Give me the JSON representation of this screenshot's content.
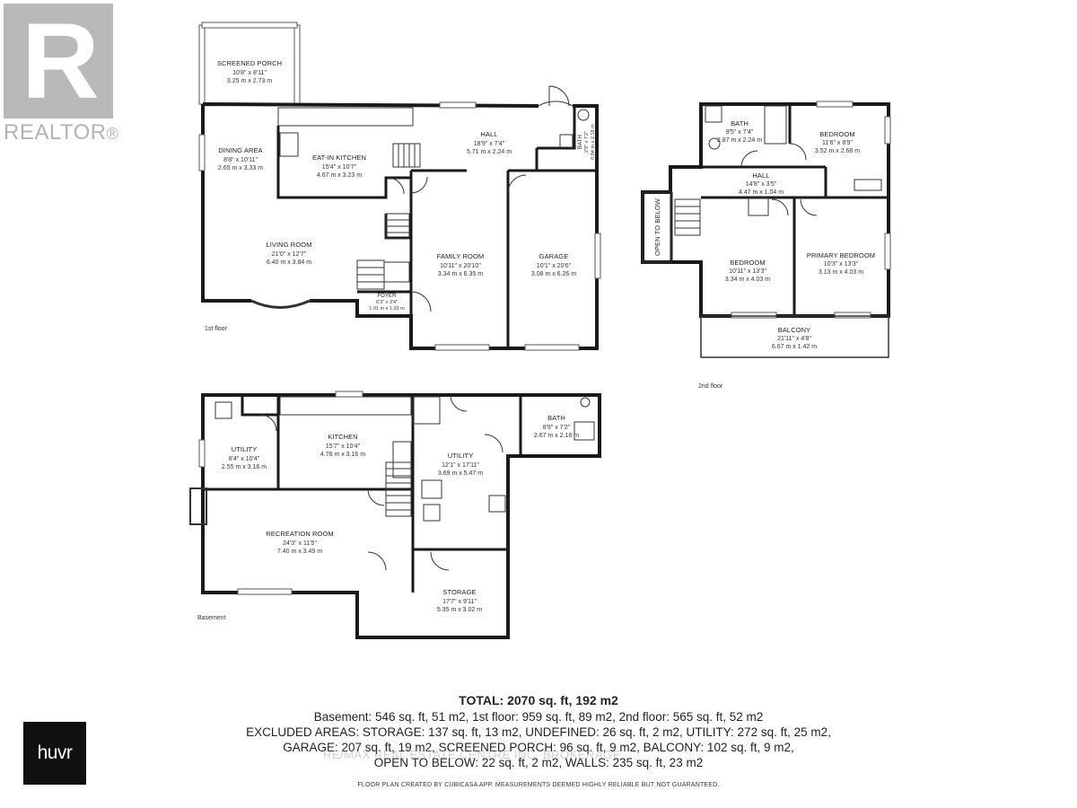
{
  "branding": {
    "realtor_word": "REALTOR",
    "realtor_mark": "®",
    "realtor_icon": "realtor-r-logo",
    "huvr_label": "huvr",
    "watermark": "RE/MAX REAL ESTATE CENTRE INC. BROKERAGE"
  },
  "floors": {
    "first": "1st floor",
    "second": "2nd floor",
    "basement": "Basement"
  },
  "rooms": {
    "screened_porch": {
      "name": "SCREENED PORCH",
      "imperial": "10'8\" x 8'11\"",
      "metric": "3.25 m x 2.73 m"
    },
    "dining_area": {
      "name": "DINING AREA",
      "imperial": "8'8\" x 10'11\"",
      "metric": "2.65 m x 3.33 m"
    },
    "eat_in_kitchen": {
      "name": "EAT-IN KITCHEN",
      "imperial": "15'4\" x 10'7\"",
      "metric": "4.67 m x 3.23 m"
    },
    "hall_1": {
      "name": "HALL",
      "imperial": "18'9\" x 7'4\"",
      "metric": "5.71 m x 2.24 m"
    },
    "bath_small": {
      "name": "BATH",
      "imperial": "2'9\" x 7'2\"",
      "metric": "0.84 m x 2.18 m"
    },
    "living_room": {
      "name": "LIVING ROOM",
      "imperial": "21'0\" x 12'7\"",
      "metric": "6.40 m x 3.84 m"
    },
    "family_room": {
      "name": "FAMILY ROOM",
      "imperial": "10'11\" x 20'10\"",
      "metric": "3.34 m x 6.35 m"
    },
    "garage": {
      "name": "GARAGE",
      "imperial": "10'1\" x 20'6\"",
      "metric": "3.08 m x 6.26 m"
    },
    "foyer": {
      "name": "FOYER",
      "imperial": "6'3\" x 3'4\"",
      "metric": "1.91 m x 1.03 m"
    },
    "bath_2": {
      "name": "BATH",
      "imperial": "9'5\" x 7'4\"",
      "metric": "2.87 m x 2.24 m"
    },
    "bedroom_1": {
      "name": "BEDROOM",
      "imperial": "11'6\" x 8'9\"",
      "metric": "3.52 m x 2.68 m"
    },
    "hall_2": {
      "name": "HALL",
      "imperial": "14'8\" x 3'5\"",
      "metric": "4.47 m x 1.04 m"
    },
    "open_below": {
      "name": "OPEN TO BELOW"
    },
    "bedroom_2": {
      "name": "BEDROOM",
      "imperial": "10'11\" x 13'3\"",
      "metric": "3.34 m x 4.03 m"
    },
    "primary_bedroom": {
      "name": "PRIMARY BEDROOM",
      "imperial": "10'3\" x 13'3\"",
      "metric": "3.13 m x 4.03 m"
    },
    "balcony": {
      "name": "BALCONY",
      "imperial": "21'11\" x 4'8\"",
      "metric": "6.67 m x 1.42 m"
    },
    "utility_small": {
      "name": "UTILITY",
      "imperial": "8'4\" x 10'4\"",
      "metric": "2.55 m x 3.16 m"
    },
    "kitchen": {
      "name": "KITCHEN",
      "imperial": "15'7\" x 10'4\"",
      "metric": "4.76 m x 3.16 m"
    },
    "bath_b": {
      "name": "BATH",
      "imperial": "8'9\" x 7'2\"",
      "metric": "2.67 m x 2.18 m"
    },
    "utility_large": {
      "name": "UTILITY",
      "imperial": "12'1\" x 17'11\"",
      "metric": "3.69 m x 5.47 m"
    },
    "recreation_room": {
      "name": "RECREATION ROOM",
      "imperial": "24'3\" x 11'5\"",
      "metric": "7.40 m x 3.49 m"
    },
    "storage": {
      "name": "STORAGE",
      "imperial": "17'7\" x 9'11\"",
      "metric": "5.35 m x 3.02 m"
    }
  },
  "summary": {
    "total": "TOTAL: 2070 sq. ft, 192 m2",
    "lines": [
      "Basement: 546 sq. ft, 51 m2, 1st floor: 959 sq. ft, 89 m2, 2nd floor: 565 sq. ft, 52 m2",
      "EXCLUDED AREAS: STORAGE: 137 sq. ft, 13 m2, UNDEFINED: 26 sq. ft, 2 m2, UTILITY: 272 sq. ft, 25 m2,",
      "GARAGE: 207 sq. ft, 19 m2, SCREENED PORCH: 96 sq. ft, 9 m2, BALCONY: 102 sq. ft, 9 m2,",
      "OPEN TO BELOW: 22 sq. ft, 2 m2, WALLS: 235 sq. ft, 23 m2"
    ],
    "credit": "FLOOR PLAN CREATED BY CUBICASA APP. MEASUREMENTS DEEMED HIGHLY RELIABLE BUT NOT GUARANTEED."
  }
}
